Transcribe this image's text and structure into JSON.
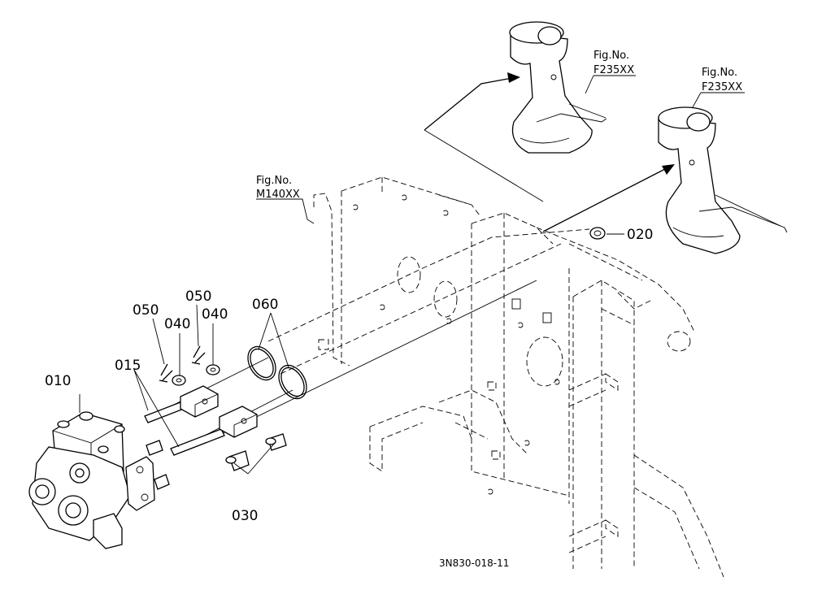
{
  "callouts": {
    "p010": "010",
    "p015": "015",
    "p020": "020",
    "p030": "030",
    "p040a": "040",
    "p040b": "040",
    "p050a": "050",
    "p050b": "050",
    "p060": "060"
  },
  "figure_refs": {
    "ref1": {
      "title": "Fig.No.",
      "code": "F235XX"
    },
    "ref2": {
      "title": "Fig.No.",
      "code": "F235XX"
    },
    "ref3": {
      "title": "Fig.No.",
      "code": "M140XX"
    }
  },
  "drawing_number": "3N830-018-11"
}
